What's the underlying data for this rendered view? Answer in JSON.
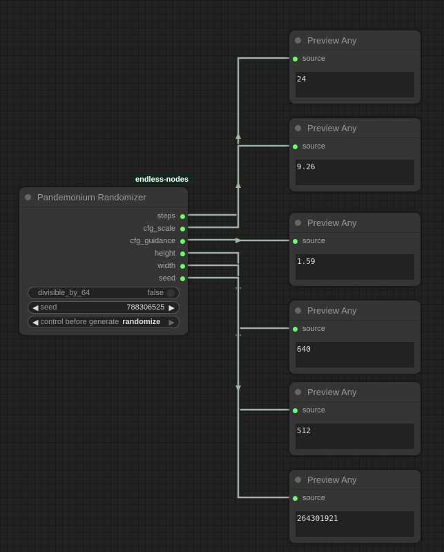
{
  "randomizer": {
    "badge": "endless-nodes",
    "title": "Pandemonium Randomizer",
    "outputs": [
      "steps",
      "cfg_scale",
      "cfg_guidance",
      "height",
      "width",
      "seed"
    ],
    "widgets": {
      "divisible_label": "divisible_by_64",
      "divisible_value": "false",
      "seed_label": "seed",
      "seed_value": "788306525",
      "control_label": "control before generate",
      "control_value": "randomize"
    }
  },
  "previews": [
    {
      "title": "Preview Any",
      "input": "source",
      "value": "24"
    },
    {
      "title": "Preview Any",
      "input": "source",
      "value": "9.26"
    },
    {
      "title": "Preview Any",
      "input": "source",
      "value": "1.59"
    },
    {
      "title": "Preview Any",
      "input": "source",
      "value": "640"
    },
    {
      "title": "Preview Any",
      "input": "source",
      "value": "512"
    },
    {
      "title": "Preview Any",
      "input": "source",
      "value": "264301921"
    }
  ],
  "colors": {
    "slot": "#66ff66",
    "wire": "#a3b3a3",
    "badge_bg": "#122a1e"
  }
}
